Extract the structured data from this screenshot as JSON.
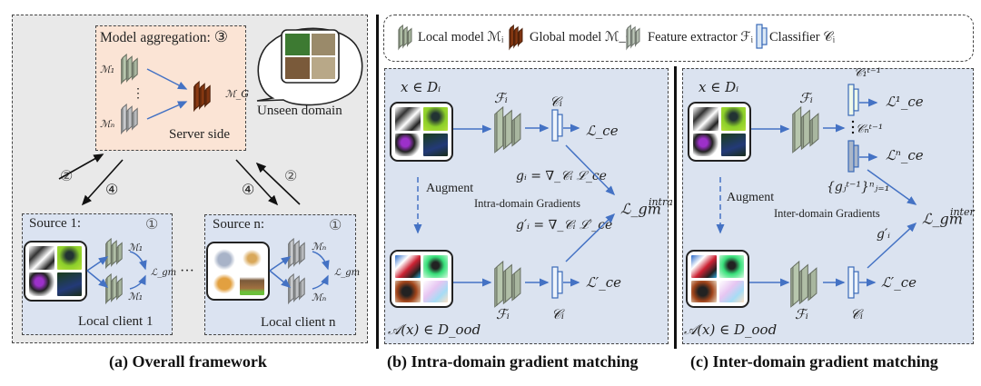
{
  "panel_a": {
    "caption": "(a) Overall framework",
    "server": {
      "title": "Model aggregation:",
      "step": "③",
      "label": "Server side",
      "local_model_1": "ℳ₁",
      "local_model_n": "ℳₙ",
      "global_model": "ℳ_G",
      "vdots": "⋮"
    },
    "unseen_domain_label": "Unseen domain",
    "arrows": {
      "upload_step": "②",
      "download_step": "④"
    },
    "client_1": {
      "title": "Source 1:",
      "step": "①",
      "model_top": "ℳ₁",
      "model_bottom": "ℳ₁",
      "loss": "ℒ_gm",
      "label": "Local client 1"
    },
    "client_n": {
      "title": "Source n:",
      "step": "①",
      "model_top": "ℳₙ",
      "model_bottom": "ℳₙ",
      "loss": "ℒ_gm",
      "label": "Local client n"
    },
    "ellipsis": "···"
  },
  "legend": {
    "items": [
      {
        "label": "Local model ℳᵢ",
        "icon": "local-model-icon",
        "color": "#b9c9b0"
      },
      {
        "label": "Global model ℳ_G",
        "icon": "global-model-icon",
        "color": "#8b3a12"
      },
      {
        "label": "Feature extractor ℱᵢ",
        "icon": "feature-extractor-icon",
        "color": "#c2d1bd"
      },
      {
        "label": "Classifier 𝒞ᵢ",
        "icon": "classifier-icon",
        "color": "#dbe8f5"
      }
    ]
  },
  "panel_b": {
    "caption": "(b) Intra-domain gradient matching",
    "input_label": "x ∈ Dᵢ",
    "aug_label": "𝒜(x) ∈ D_ood",
    "augment": "Augment",
    "feature_top": "ℱᵢ",
    "classifier_top": "𝒞ᵢ",
    "loss_top": "ℒ_ce",
    "feature_bottom": "ℱᵢ",
    "classifier_bottom": "𝒞ᵢ",
    "loss_bottom": "ℒ′_ce",
    "grad_top": "gᵢ = ∇_𝒞ᵢ ℒ_ce",
    "grad_bottom": "g′ᵢ = ∇_𝒞ᵢ ℒ′_ce",
    "gradients_label": "Intra-domain Gradients",
    "match_loss": "ℒ_gm",
    "match_loss_sup": "intra"
  },
  "panel_c": {
    "caption": "(c) Inter-domain gradient matching",
    "input_label": "x ∈ Dᵢ",
    "aug_label": "𝒜(x) ∈ D_ood",
    "augment": "Augment",
    "feature_top": "ℱᵢ",
    "classifier_1": "𝒞₁ᵗ⁻¹",
    "classifier_n": "𝒞ₙᵗ⁻¹",
    "loss_1": "ℒ¹_ce",
    "loss_n": "ℒⁿ_ce",
    "grad_set": "{gⱼᵗ⁻¹}ⁿⱼ₌₁",
    "gradients_label": "Inter-domain Gradients",
    "grad_bottom": "g′ᵢ",
    "feature_bottom": "ℱᵢ",
    "classifier_bottom": "𝒞ᵢ",
    "loss_bottom": "ℒ′_ce",
    "match_loss": "ℒ_gm",
    "match_loss_sup": "inter"
  },
  "colors": {
    "outer_gray": "#e9e9e9",
    "server_peach": "#fbe4d5",
    "client_blue": "#dbe3f1",
    "panel_blue": "#dbe3f0",
    "arrow_blue": "#4472c4",
    "local_model": "#b7c6ad",
    "global_model": "#8b3a12",
    "gray_model": "#c7c9cc"
  }
}
